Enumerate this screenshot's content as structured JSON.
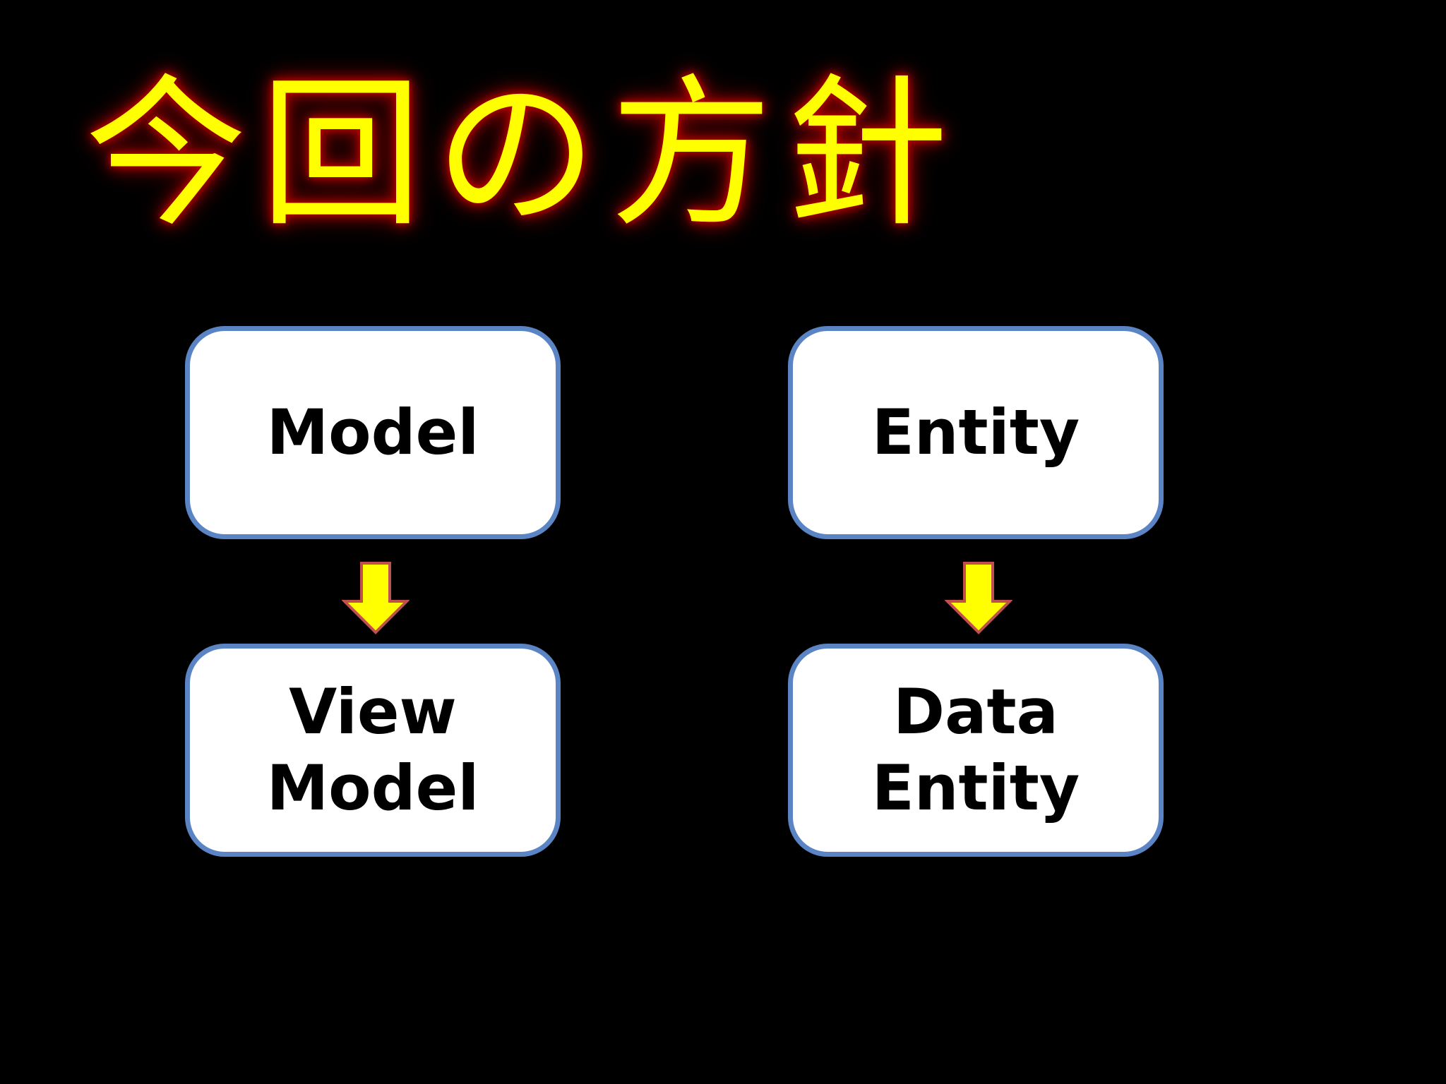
{
  "slide": {
    "title": "今回の方針",
    "colors": {
      "background": "#000000",
      "title_text": "#ffff00",
      "title_glow": "#c00000",
      "box_fill": "#ffffff",
      "box_border": "#5b84c4",
      "arrow_fill": "#ffff00",
      "arrow_outline": "#c0504d"
    }
  },
  "diagram": {
    "left": {
      "top_node": {
        "lines": [
          "Model"
        ]
      },
      "bottom_node": {
        "lines": [
          "View",
          "Model"
        ]
      }
    },
    "right": {
      "top_node": {
        "lines": [
          "Entity"
        ]
      },
      "bottom_node": {
        "lines": [
          "Data",
          "Entity"
        ]
      }
    },
    "arrow_icon": "down-arrow-icon"
  }
}
